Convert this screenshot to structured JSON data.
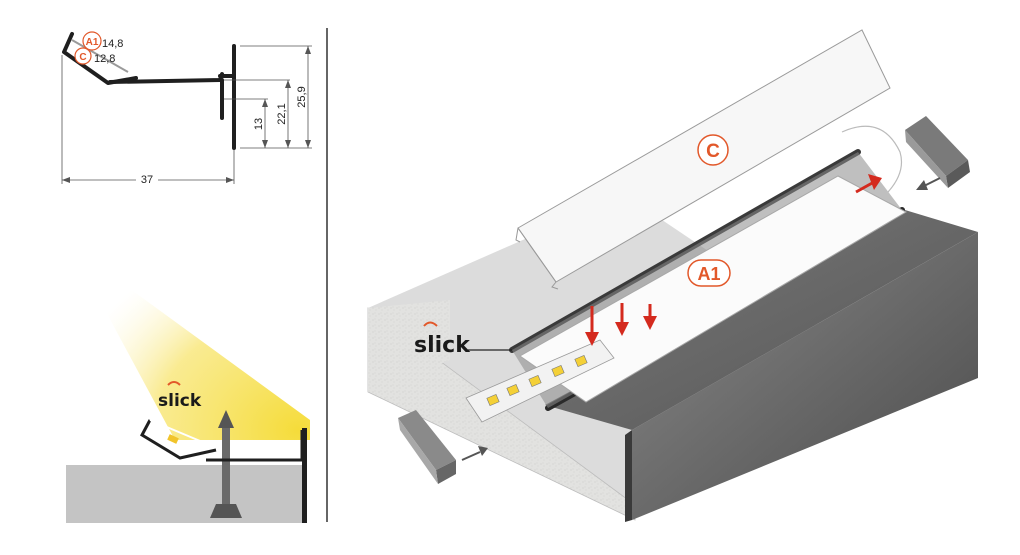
{
  "cross_section": {
    "badge_a1": "A1",
    "badge_c": "C",
    "dim_a1": "14,8",
    "dim_c": "12,8",
    "dim_width": "37",
    "dim_13": "13",
    "dim_22": "22,1",
    "dim_25": "25,9"
  },
  "brand": {
    "logo_small": "slick",
    "logo_large": "slick"
  },
  "assembly": {
    "label_c": "C",
    "label_a1": "A1"
  },
  "colors": {
    "accent": "#e2582a",
    "arrow_red": "#d42a1e",
    "light_cone": "#f7e15a",
    "profile": "#2b2b2b",
    "board": "#dcdcdc"
  }
}
